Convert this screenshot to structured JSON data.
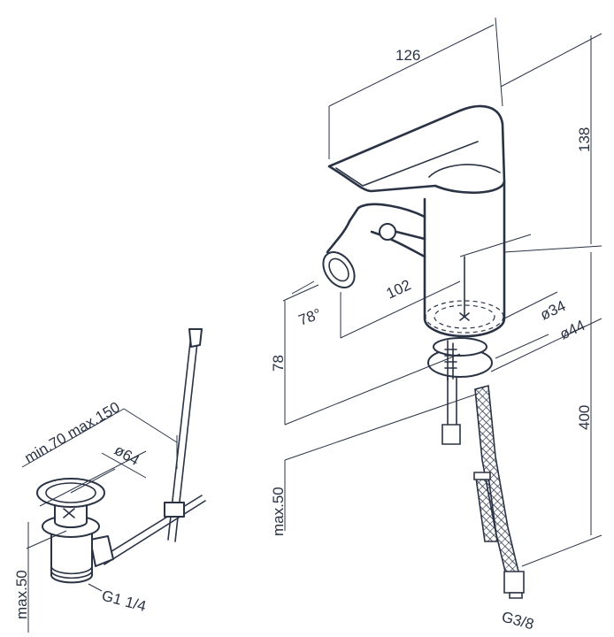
{
  "faucet": {
    "width": "126",
    "height": "138",
    "spout_reach": "102",
    "spout_angle": "78°",
    "deck_height": "78",
    "diameter_inner": "ø34",
    "diameter_outer": "ø44",
    "hose_length": "400",
    "max_deck": "max.50",
    "thread": "G3/8"
  },
  "waste": {
    "rod_range": "min.70 max.150",
    "diameter": "ø64",
    "max_deck": "max.50",
    "thread": "G1 1/4"
  },
  "colors": {
    "line": "#2a3344"
  }
}
